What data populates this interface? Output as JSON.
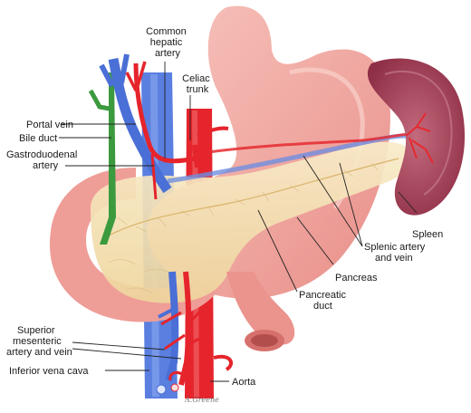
{
  "labels": {
    "common_hepatic_artery": [
      "Common",
      "hepatic",
      "artery"
    ],
    "celiac_trunk": [
      "Celiac",
      "trunk"
    ],
    "portal_vein": "Portal vein",
    "bile_duct": "Bile duct",
    "gastroduodenal_artery": [
      "Gastroduodenal",
      "artery"
    ],
    "spleen": "Spleen",
    "splenic_artery_vein": [
      "Splenic artery",
      "and vein"
    ],
    "pancreas": "Pancreas",
    "pancreatic_duct": [
      "Pancreatic",
      "duct"
    ],
    "superior_mesenteric": [
      "Superior",
      "mesenteric",
      "artery and vein"
    ],
    "inferior_vena_cava": "Inferior vena cava",
    "aorta": "Aorta"
  },
  "signature": "A.Greene",
  "colors": {
    "artery": "#e8202a",
    "vein": "#4a6fd6",
    "bile_duct": "#3c9a3e",
    "stomach": "#f2a7a2",
    "pancreas": "#f3dfb0",
    "spleen": "#a8475e"
  }
}
